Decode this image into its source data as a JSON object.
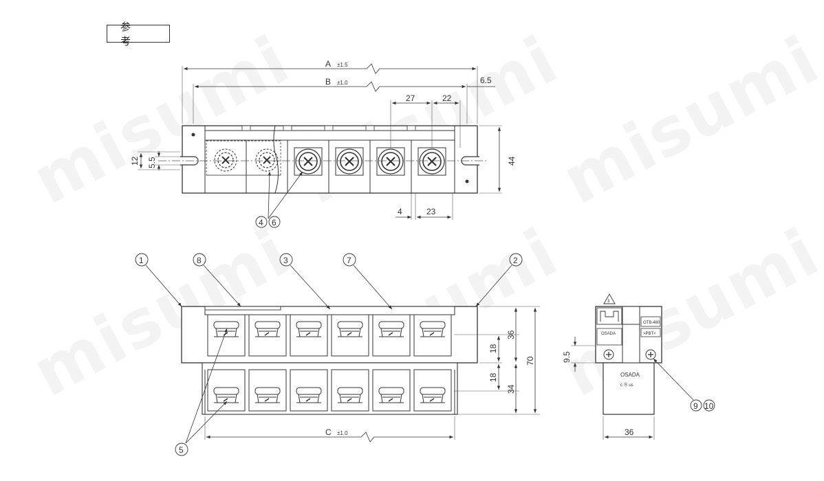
{
  "reference_label": "参　考",
  "watermark": "misumi",
  "dimensions": {
    "A": "A",
    "A_tol": "±1.5",
    "B": "B",
    "B_tol": "±1.0",
    "C": "C",
    "C_tol": "±1.0",
    "d6_5": "6.5",
    "d27": "27",
    "d22": "22",
    "d12": "12",
    "d5_5": "5.5",
    "d44": "44",
    "d4": "4",
    "d23": "23",
    "d36": "36",
    "d18a": "18",
    "d18b": "18",
    "d34": "34",
    "d70": "70",
    "d9_5": "9.5",
    "d36w": "36"
  },
  "callouts": {
    "c1": "1",
    "c2": "2",
    "c3": "3",
    "c4": "4",
    "c5": "5",
    "c6": "6",
    "c7": "7",
    "c8": "8",
    "c9": "9",
    "c10": "10"
  },
  "side_view": {
    "warning_mark": "3",
    "label_top": "OTB-480",
    "label_pbt": ">PBT<",
    "label_osada_small": "OSADA",
    "label_osada": "OSADA",
    "label_cert": "c Ⓡ us"
  }
}
